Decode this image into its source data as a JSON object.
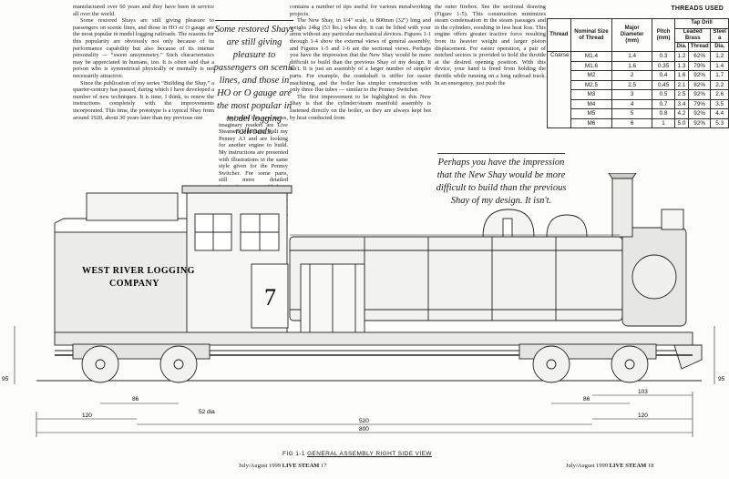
{
  "left_column": {
    "paragraphs": [
      "manufactured over 60 years and they have been in service all over the world.",
      "Some restored Shays are still giving pleasure to passengers on scenic lines, and those in HO or O gauge are the most popular in model logging railroads. The reasons for this popularity are obviously not only because of its performance capability but also because of its intense personality — “sweet unsymmetry.” Such characteristics may be appreciated in humans, too. It is often said that a person who is symmetrical physically or mentally is not necessarily attractive.",
      "Since the publication of my series “Building the Shay,” a quarter-century has passed, during which I have developed a number of new techniques. It is time, I think, to renew the instructions completely with the improvements incorporated. This time, the prototype is a typical Shay from around 1920, about 30 years later than my previous one"
    ]
  },
  "pull_quote_1": "Some restored Shays are still giving pleasure to passengers on scenic lines, and those in HO or O gauge are the most popular in model logging railroads.",
  "middle_column": {
    "paragraphs": [
      "As I write this new series, imaginary readers are Live Steamers who have built my Pennsy A3 and are looking for another engine to build. My instructions are presented with illustrations in the same style given for the Pennsy Switcher. For some parts, still more detailed instructions are added to respond to the questions posed by the readers. I hope this series will be enjoyed by builders of the New Shay as well as by other model engineers, for it"
    ]
  },
  "third_column": {
    "paragraphs": [
      "contains a number of tips useful for various metalworking projects.",
      "The New Shay, in 3/4\" scale, is 800mm (32\") long and weighs 24kg (53 lbs.) when dry. It can be lifted with your arms without any particular mechanical devices. Figures 1-1 through 1-4 show the external views of general assembly, and Figures 1-5 and 1-6 are the sectional views. Perhaps you have the impression that the New Shay would be more difficult to build than the previous Shay of my design. It isn't. It is just an assembly of a larger number of simpler parts. For example, the crankshaft is stiffer for easier machining, and the boiler has simpler construction with only three flue tubes — similar to the Pennsy Switcher.",
      "The first improvement to be highlighted in this New Shay is that the cylinder/steam manifold assembly is fastened directly on the boiler, so they are always kept hot by heat conducted from"
    ]
  },
  "fourth_column": {
    "paragraphs": [
      "the outer firebox. See the sectional drawing (Figure 1-5). This construction minimizes steam condensation in the steam passages and in the cylinders, resulting in less heat loss. This engine offers greater tractive force resulting from its heavier weight and larger piston displacement. For easier operation, a pair of notched sectors is provided to hold the throttle at the desired opening position. With this device, your hand is freed from holding the throttle while running on a long railroad track. In an emergency, just push the"
    ]
  },
  "pull_quote_2": "Perhaps you have the impression that the New Shay would be more difficult to build than the previous Shay of my design. It isn't.",
  "threads_table": {
    "title": "THREADS USED",
    "headers": {
      "thread": "Thread",
      "nominal": "Nominal Size of Thread",
      "major": "Major Diameter (mm)",
      "pitch": "Pitch (mm)",
      "tap_drill": "Tap Drill",
      "leaded_brass": "Leaded Brass",
      "steel": "Steel a",
      "dia": "Dia.",
      "thread_pct": "Thread",
      "dia2": "Dia."
    },
    "group_label": "Coarse",
    "rows": [
      [
        "M1.4",
        "1.4",
        "0.3",
        "1.2",
        "62%",
        "1.2"
      ],
      [
        "M1.6",
        "1.6",
        "0.35",
        "1.3",
        "79%",
        "1.4"
      ],
      [
        "M2",
        "2",
        "0.4",
        "1.6",
        "92%",
        "1.7"
      ],
      [
        "M2.5",
        "2.5",
        "0.45",
        "2.1",
        "82%",
        "2.2"
      ],
      [
        "M3",
        "3",
        "0.5",
        "2.5",
        "92%",
        "2.6"
      ],
      [
        "M4",
        "4",
        "0.7",
        "3.4",
        "79%",
        "3.5"
      ],
      [
        "M5",
        "5",
        "0.8",
        "4.2",
        "92%",
        "4.4"
      ],
      [
        "M6",
        "6",
        "1",
        "5.0",
        "92%",
        "5.3"
      ]
    ]
  },
  "drawing": {
    "company_line1": "WEST RIVER LOGGING",
    "company_line2": "COMPANY",
    "cab_number": "7",
    "dimensions": {
      "height_left": "95",
      "height_right": "95",
      "truck_wheelbase_left": "86",
      "truck_wheelbase_right": "86",
      "wheel_dia": "52 dia",
      "overhang_left": "120",
      "overhang_right": "120",
      "truck_centers": "520",
      "overall_length": "800",
      "truck_span": "103"
    }
  },
  "caption": {
    "prefix": "FIG 1-1",
    "title": "GENERAL ASSEMBLY  RIGHT SIDE VIEW"
  },
  "folio_left": {
    "date": "July/August 1999",
    "mag": "LIVE STEAM",
    "page": "17"
  },
  "folio_right": {
    "date": "July/August 1999",
    "mag": "LIVE STEAM",
    "page": "18"
  }
}
